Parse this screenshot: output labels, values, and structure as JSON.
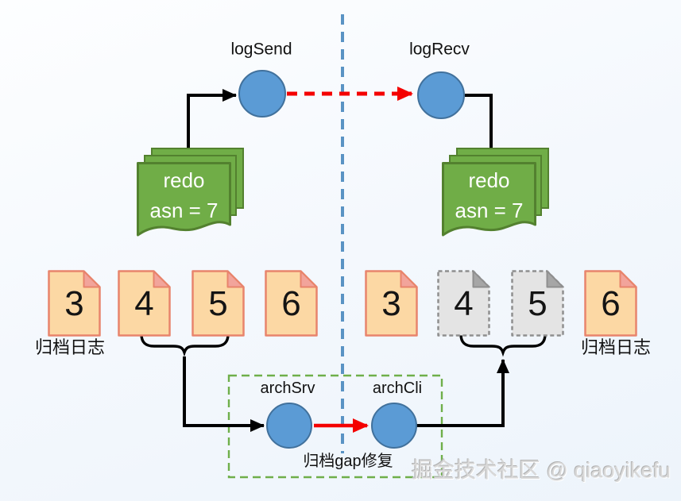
{
  "primary": {
    "log_send_label": "logSend",
    "redo_stack": {
      "line1": "redo",
      "line2": "asn = 7"
    },
    "archive_files": [
      "3",
      "4",
      "5",
      "6"
    ],
    "archive_file_states": [
      "archived",
      "archived",
      "archived",
      "archived"
    ],
    "archive_label": "归档日志"
  },
  "standby": {
    "log_recv_label": "logRecv",
    "redo_stack": {
      "line1": "redo",
      "line2": "asn = 7"
    },
    "archive_files": [
      "3",
      "4",
      "5",
      "6"
    ],
    "archive_file_states": [
      "archived",
      "missing",
      "missing",
      "archived"
    ],
    "archive_label": "归档日志"
  },
  "gap_repair_box": {
    "arch_srv_label": "archSrv",
    "arch_cli_label": "archCli",
    "caption": "归档gap修复"
  },
  "watermark": "掘金技术社区 @ qiaoyikefu",
  "colors": {
    "node_fill": "#5b9bd5",
    "node_border": "#41719c",
    "redo_fill": "#70ad47",
    "redo_border": "#53812f",
    "file_fill": "#fcd8a4",
    "file_border": "#e8846c",
    "file_fold": "#f2a49b",
    "missing_fill": "#e4e4e4",
    "missing_border": "#8f8f8f",
    "missing_fold": "#a6a6a6",
    "gap_box_border": "#6faf4a",
    "divider": "#5a93c4",
    "arrow_black": "#000000",
    "arrow_red": "#f40000"
  }
}
